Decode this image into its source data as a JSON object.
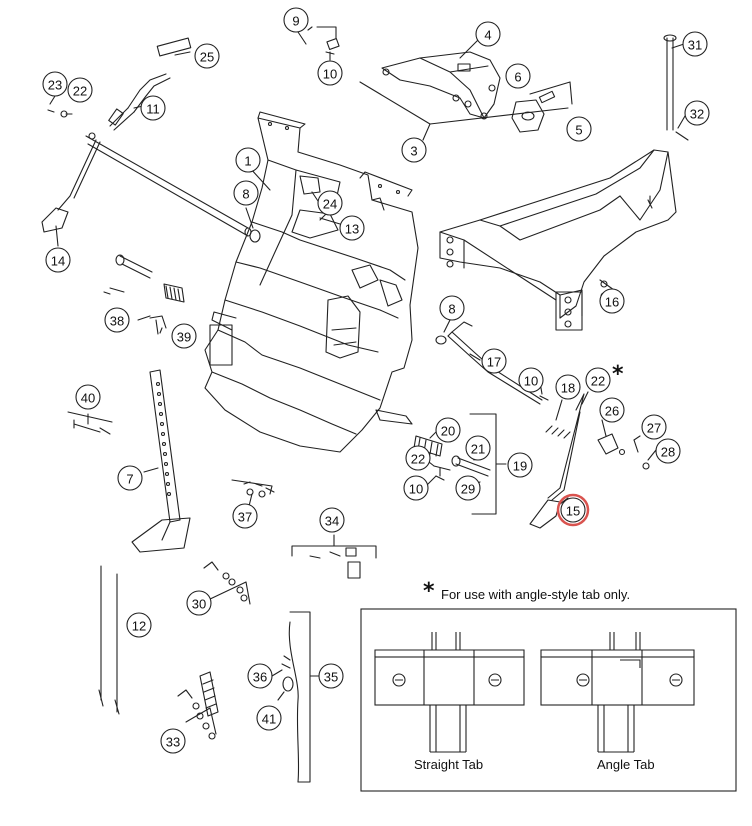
{
  "callouts": [
    {
      "id": "1",
      "label": "1"
    },
    {
      "id": "3",
      "label": "3"
    },
    {
      "id": "4",
      "label": "4"
    },
    {
      "id": "5",
      "label": "5"
    },
    {
      "id": "6",
      "label": "6"
    },
    {
      "id": "7",
      "label": "7"
    },
    {
      "id": "8a",
      "label": "8"
    },
    {
      "id": "8b",
      "label": "8"
    },
    {
      "id": "9",
      "label": "9"
    },
    {
      "id": "10a",
      "label": "10"
    },
    {
      "id": "10b",
      "label": "10"
    },
    {
      "id": "10c",
      "label": "10"
    },
    {
      "id": "11",
      "label": "11"
    },
    {
      "id": "12",
      "label": "12"
    },
    {
      "id": "13",
      "label": "13"
    },
    {
      "id": "14",
      "label": "14"
    },
    {
      "id": "15",
      "label": "15",
      "highlight": true
    },
    {
      "id": "16",
      "label": "16"
    },
    {
      "id": "17",
      "label": "17"
    },
    {
      "id": "18",
      "label": "18"
    },
    {
      "id": "19",
      "label": "19"
    },
    {
      "id": "20",
      "label": "20"
    },
    {
      "id": "21",
      "label": "21"
    },
    {
      "id": "22a",
      "label": "22"
    },
    {
      "id": "22b",
      "label": "22"
    },
    {
      "id": "22c",
      "label": "22"
    },
    {
      "id": "23",
      "label": "23"
    },
    {
      "id": "24",
      "label": "24"
    },
    {
      "id": "25",
      "label": "25"
    },
    {
      "id": "26",
      "label": "26"
    },
    {
      "id": "27",
      "label": "27"
    },
    {
      "id": "28",
      "label": "28"
    },
    {
      "id": "29",
      "label": "29"
    },
    {
      "id": "30",
      "label": "30"
    },
    {
      "id": "31",
      "label": "31"
    },
    {
      "id": "32",
      "label": "32"
    },
    {
      "id": "33",
      "label": "33"
    },
    {
      "id": "34",
      "label": "34"
    },
    {
      "id": "35",
      "label": "35"
    },
    {
      "id": "36",
      "label": "36"
    },
    {
      "id": "37",
      "label": "37"
    },
    {
      "id": "38",
      "label": "38"
    },
    {
      "id": "39",
      "label": "39"
    },
    {
      "id": "40",
      "label": "40"
    },
    {
      "id": "41",
      "label": "41"
    }
  ],
  "note": {
    "symbol": "*",
    "text": "For use with angle-style tab only."
  },
  "inset": {
    "left_caption": "Straight Tab",
    "right_caption": "Angle Tab"
  },
  "colors": {
    "line": "#222222",
    "highlight": "#d9534f"
  }
}
